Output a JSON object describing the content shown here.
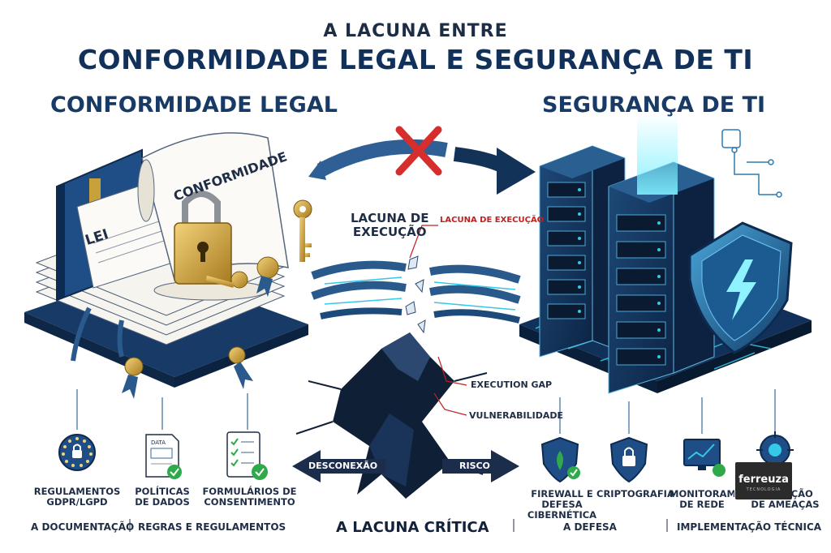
{
  "header": {
    "supertitle": "A LACUNA ENTRE",
    "title": "CONFORMIDADE LEGAL E SEGURANÇA DE TI"
  },
  "left": {
    "heading": "CONFORMIDADE LEGAL",
    "book_label": "LEI",
    "scroll_label": "CONFORMIDADE",
    "items": [
      {
        "label": "REGULAMENTOS\nGDPR/LGPD",
        "icon": "eu-regulation-icon"
      },
      {
        "label": "POLÍTICAS\nDE DADOS",
        "icon": "data-document-icon",
        "icon_text": "DATA"
      },
      {
        "label": "FORMULÁRIOS DE\nCONSENTIMENTO",
        "icon": "checklist-icon"
      }
    ],
    "sections": [
      "A DOCUMENTAÇÃO",
      "REGRAS E REGULAMENTOS"
    ]
  },
  "center": {
    "gap_title": "LACUNA DE\nEXECUÇÃO",
    "callout_red": "LACUNA DE EXECUÇÃO",
    "callout_gap": "EXECUTION GAP",
    "callout_vuln": "VULNERABILIDADE",
    "arrow_left": "DESCONEXÃO",
    "arrow_right": "RISCO",
    "bottom_title": "A LACUNA CRÍTICA"
  },
  "right": {
    "heading": "SEGURANÇA DE TI",
    "items": [
      {
        "label": "FIREWALL E\nDEFESA CIBERNÉTICA",
        "icon": "firewall-shield-icon"
      },
      {
        "label": "CRIPTOGRAFIA",
        "icon": "lock-shield-icon"
      },
      {
        "label": "MONITORAMENTO\nDE REDE",
        "icon": "monitor-chart-icon"
      },
      {
        "label": "DETECÇÃO\nDE AMEAÇAS",
        "icon": "threat-detection-icon"
      }
    ],
    "sections": [
      "A DEFESA",
      "IMPLEMENTAÇÃO TÉCNICA"
    ]
  },
  "logo": {
    "name": "ferreuza",
    "tagline": "TECNOLOGIA"
  },
  "colors": {
    "navy": "#12315a",
    "blue": "#2a5a8c",
    "cyan": "#35c8e8",
    "gold": "#c9a13a",
    "red": "#d62d2d",
    "green": "#2faa4a",
    "paper": "#f3f0e6",
    "dark": "#1b2d4a"
  }
}
